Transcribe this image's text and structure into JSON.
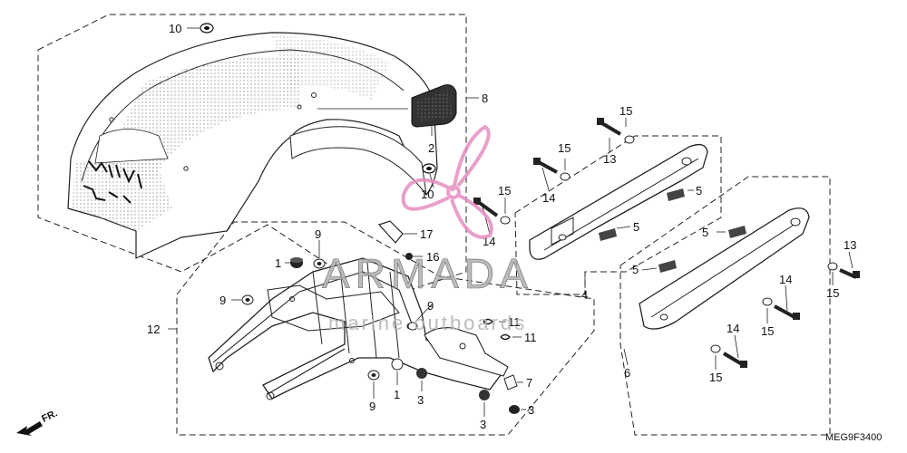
{
  "diagram_code": "MEG9F3400",
  "front_marker": "FR.",
  "watermark": {
    "brand": "ARMADA",
    "tagline": "marine outboards",
    "brand_color": "#e58fc0",
    "text_color": "#b0b0b0"
  },
  "callouts": {
    "c1": "10",
    "c2": "2",
    "c3": "10",
    "c4": "8",
    "c5": "17",
    "c6": "16",
    "c7": "9",
    "c8": "1",
    "c9": "9",
    "c10": "12",
    "c11": "9",
    "c12": "11",
    "c13": "11",
    "c14": "1",
    "c15": "3",
    "c16": "9",
    "c17": "7",
    "c18": "3",
    "c19": "3",
    "c20": "15",
    "c21": "13",
    "c22": "15",
    "c23": "14",
    "c24": "15",
    "c25": "14",
    "c26": "5",
    "c27": "5",
    "c28": "4",
    "c29": "5",
    "c30": "5",
    "c31": "13",
    "c32": "15",
    "c33": "14",
    "c34": "15",
    "c35": "14",
    "c36": "15",
    "c37": "6"
  }
}
